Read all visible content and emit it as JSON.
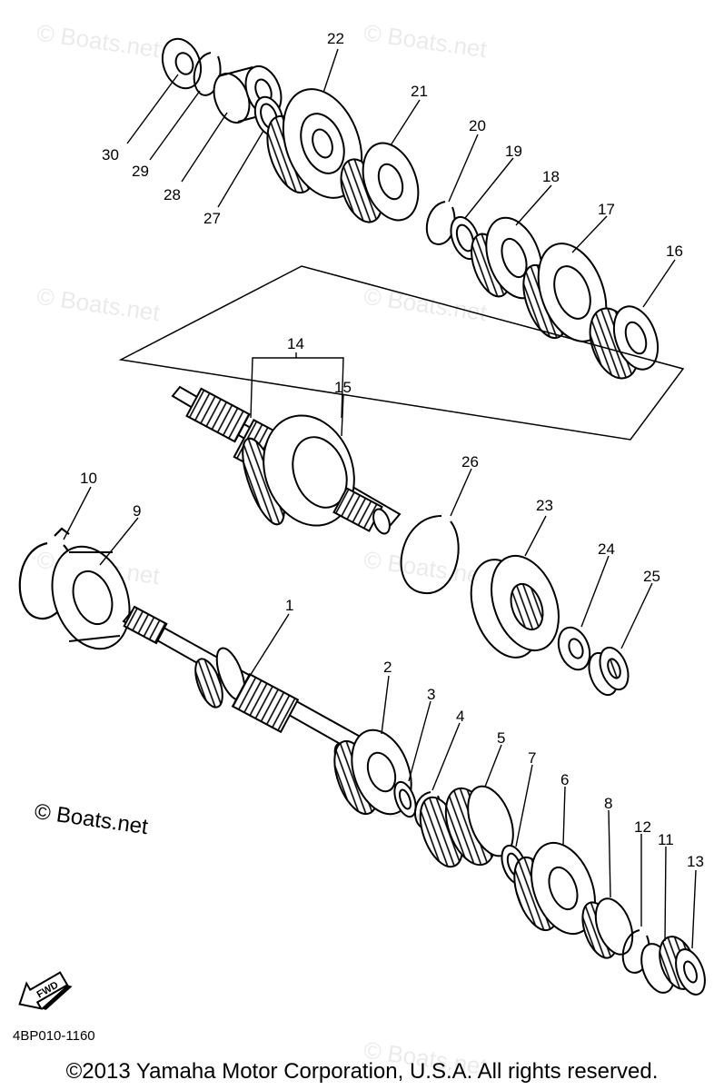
{
  "watermark_text": "© Boats.net",
  "brand_mark": "© Boats.net",
  "fwd_label": "FWD",
  "part_code": "4BP010-1160",
  "copyright": "©2013 Yamaha Motor Corporation, U.S.A. All rights reserved.",
  "callouts": {
    "p1": "1",
    "p2": "2",
    "p3": "3",
    "p4": "4",
    "p5": "5",
    "p6": "6",
    "p7": "7",
    "p8": "8",
    "p9": "9",
    "p10": "10",
    "p11": "11",
    "p12": "12",
    "p13": "13",
    "p14": "14",
    "p15": "15",
    "p16": "16",
    "p17": "17",
    "p18": "18",
    "p19": "19",
    "p20": "20",
    "p21": "21",
    "p22": "22",
    "p23": "23",
    "p24": "24",
    "p25": "25",
    "p26": "26",
    "p27": "27",
    "p28": "28",
    "p29": "29",
    "p30": "30"
  }
}
